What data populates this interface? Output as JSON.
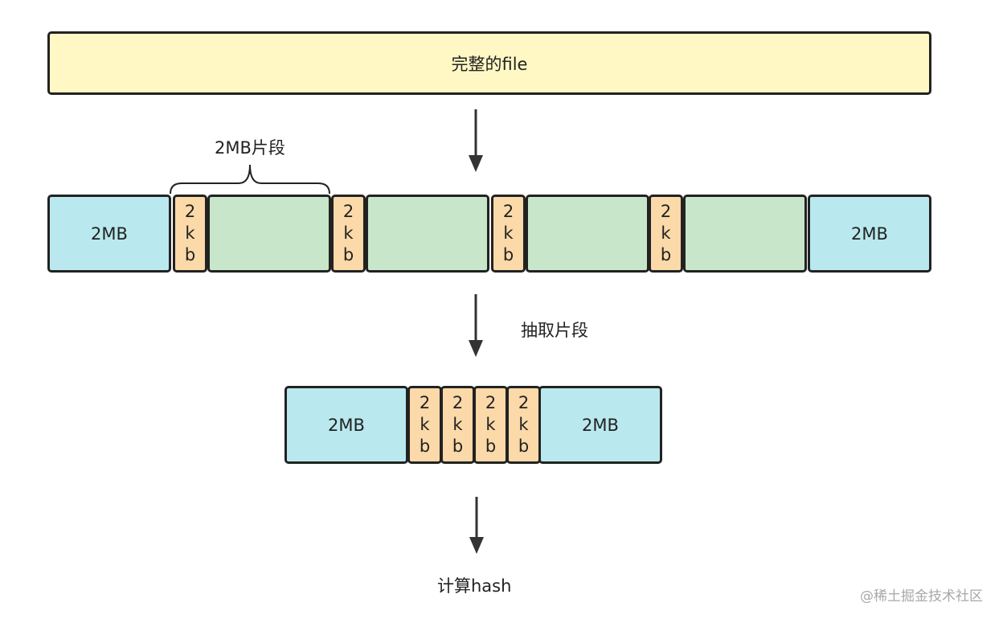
{
  "file_label": "完整的file",
  "segment_brace_label": "2MB片段",
  "extract_label": "抽取片段",
  "hash_label": "计算hash",
  "big_block_label": "2MB",
  "small_block_label": "2\nk\nb",
  "watermark": "@稀土掘金技术社区",
  "colors": {
    "file": "#fff8c4",
    "big_block": "#b9e9ee",
    "middle_block": "#c8e6c9",
    "small_block": "#fbd9a8",
    "stroke": "#222222"
  }
}
